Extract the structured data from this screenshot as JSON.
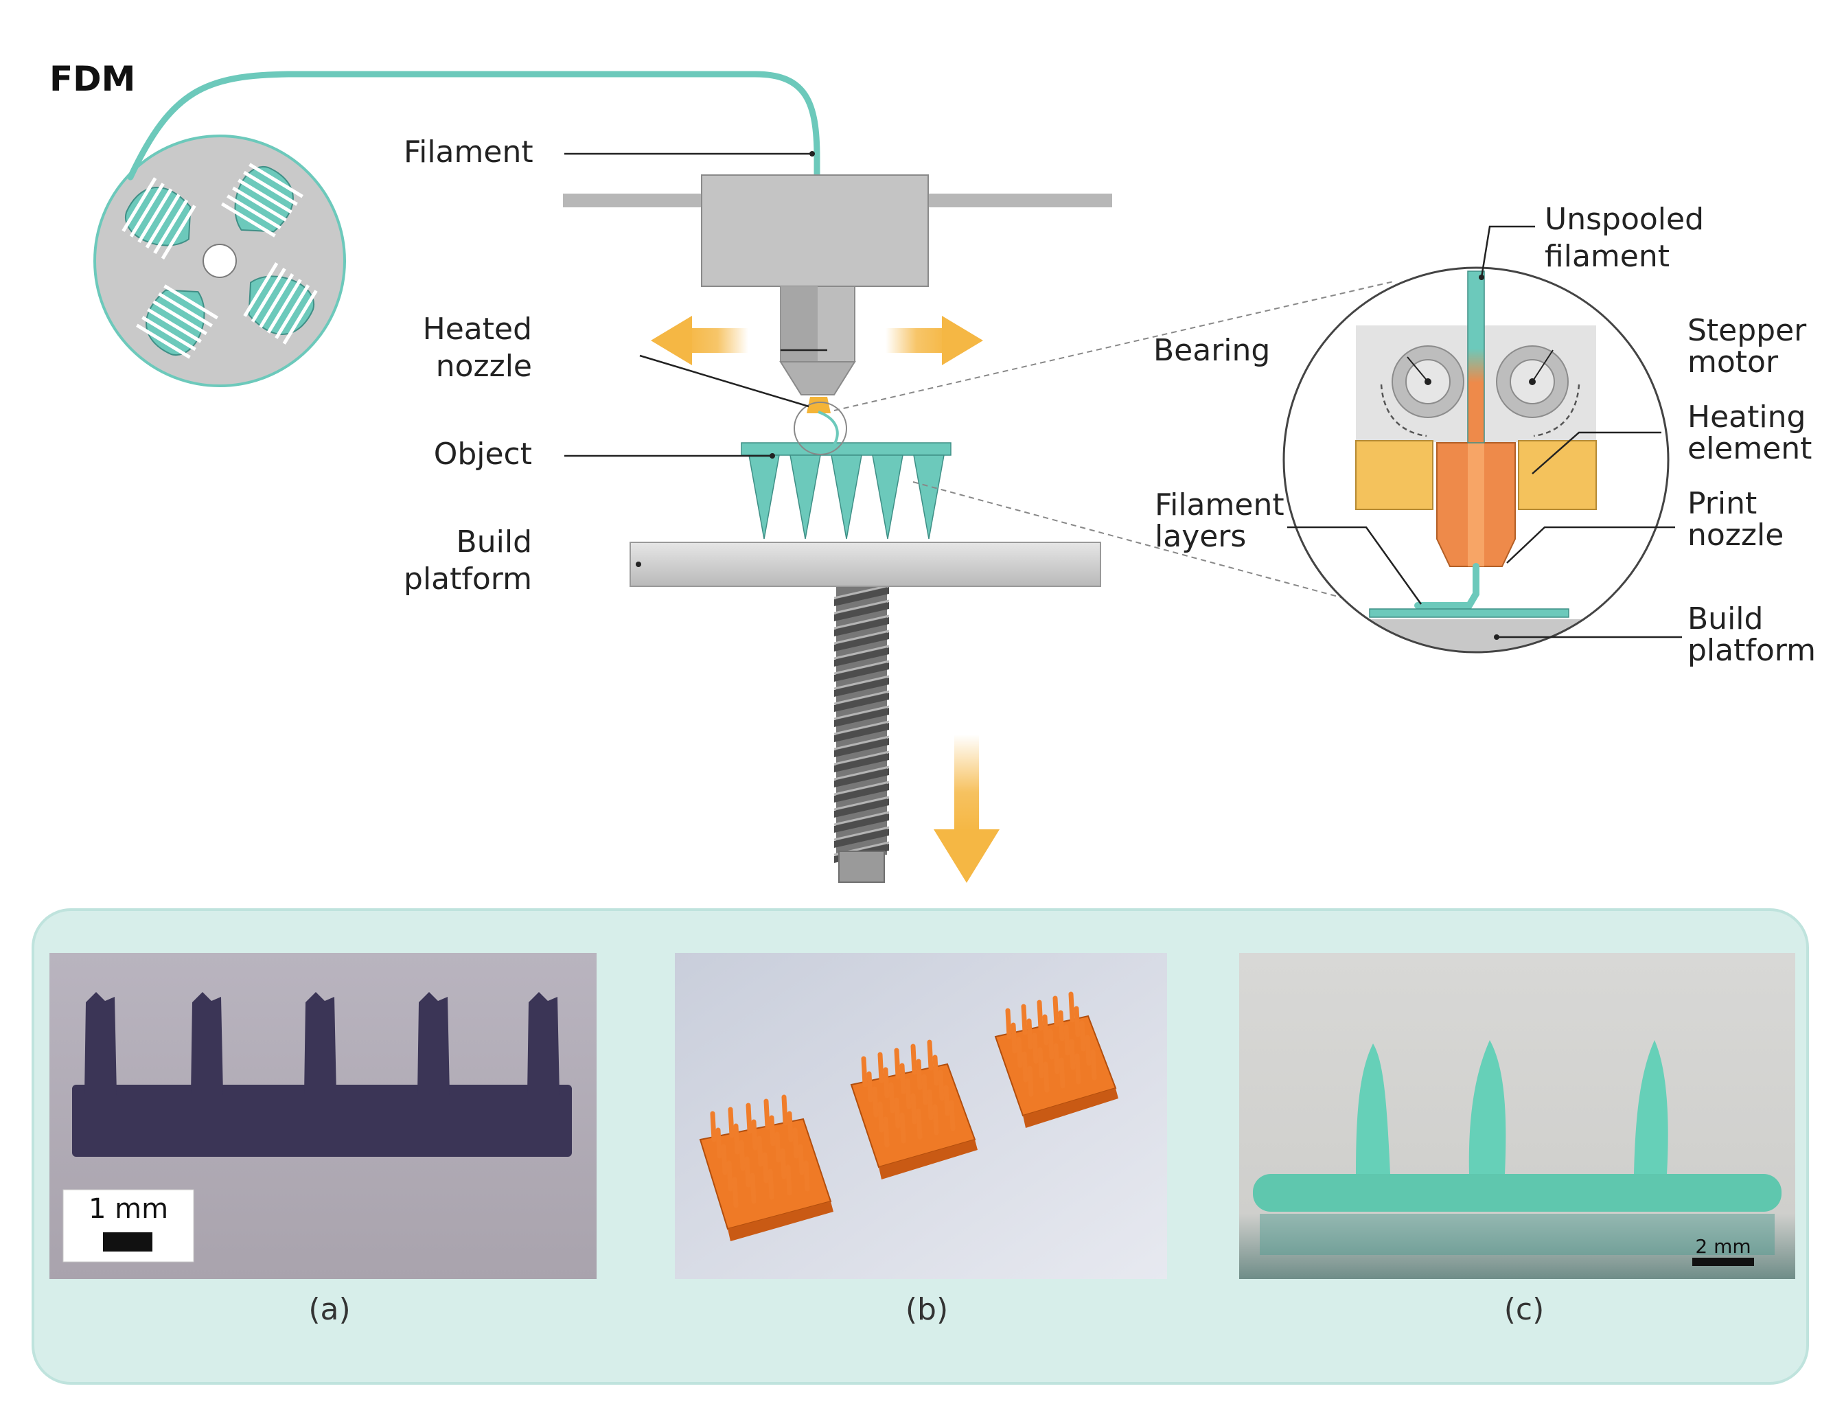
{
  "title": "FDM",
  "labels": {
    "filament": "Filament",
    "heated_nozzle": [
      "Heated",
      "nozzle"
    ],
    "object": "Object",
    "build_platform": [
      "Build",
      "platform"
    ],
    "bearing": "Bearing",
    "unspooled_filament": [
      "Unspooled",
      "filament"
    ],
    "stepper_motor": [
      "Stepper",
      "motor"
    ],
    "heating_element": [
      "Heating",
      "element"
    ],
    "filament_layers": [
      "Filament",
      "layers"
    ],
    "print_nozzle": [
      "Print",
      "nozzle"
    ],
    "detail_build_platform": [
      "Build",
      "platform"
    ]
  },
  "photos": [
    {
      "caption": "(a)",
      "scale_bar": "1 mm"
    },
    {
      "caption": "(b)",
      "scale_bar": ""
    },
    {
      "caption": "(c)",
      "scale_bar": "2 mm"
    }
  ],
  "colors": {
    "filament_teal": "#6cc9bb",
    "arrow_orange": "#f5b744",
    "nozzle_orange": "#ee8a4a",
    "heater_yellow": "#f4c25c",
    "metal_gray": "#c8c8c8",
    "panel_bg": "#d7eeea",
    "panel_border": "#bfe3dd"
  }
}
